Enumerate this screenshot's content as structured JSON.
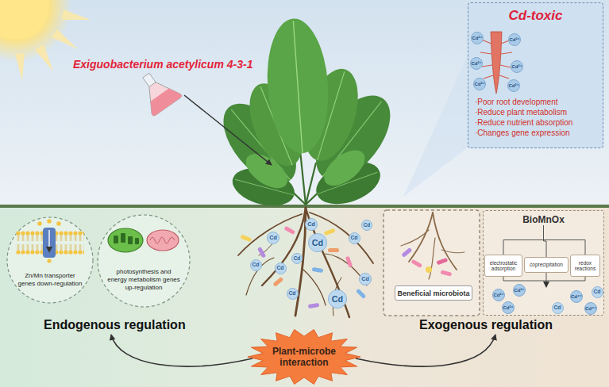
{
  "diagram": {
    "nodes": [
      {
        "text": [
          "Cd-toxic",
          "·Poor root development",
          "·Reduce plant metabolism",
          "·Reduce nutrient absorption",
          "·Changes gene expression"
        ]
      },
      {
        "text": [
          "Zn/Mn transporter genes down-regulation"
        ]
      },
      {
        "text": [
          "photosynthesis and energy metabolism genes up-regulation"
        ]
      },
      {
        "text": [
          "Beneficial microbiota"
        ]
      },
      {
        "text": [
          "BioMnOx"
        ]
      },
      {
        "text": [
          "electrostatic adsorption"
        ],
        "in": 4
      },
      {
        "text": [
          "coprecipitation"
        ],
        "in": 4
      },
      {
        "text": [
          "redox reactions"
        ],
        "in": 4
      },
      {
        "text": [
          "Plant-microbe interaction"
        ]
      }
    ],
    "edges": [
      {
        "from": 4,
        "to": 5,
        "arrow": "none"
      },
      {
        "from": 4,
        "to": 6,
        "arrow": "none"
      },
      {
        "from": 4,
        "to": 7,
        "arrow": "none"
      }
    ],
    "labels": [
      "Exiguobacterium acetylicum 4-3-1",
      "Cd²⁺",
      "Cd²⁺",
      "Cd²⁺",
      "Cd²⁺",
      "Cd²⁺",
      "Cd²⁺",
      "Cd",
      "Cd",
      "Cd",
      "Cd",
      "Cd",
      "Cd",
      "Cd",
      "Cd",
      "Cd",
      "Cd",
      "Cd",
      "Cd²⁺",
      "Cd²⁺",
      "Cd²⁺",
      "Cd",
      "Cd",
      "Cd⁴⁺",
      "Cd⁴⁺",
      "Endogenous regulation",
      "Exogenous regulation"
    ]
  }
}
